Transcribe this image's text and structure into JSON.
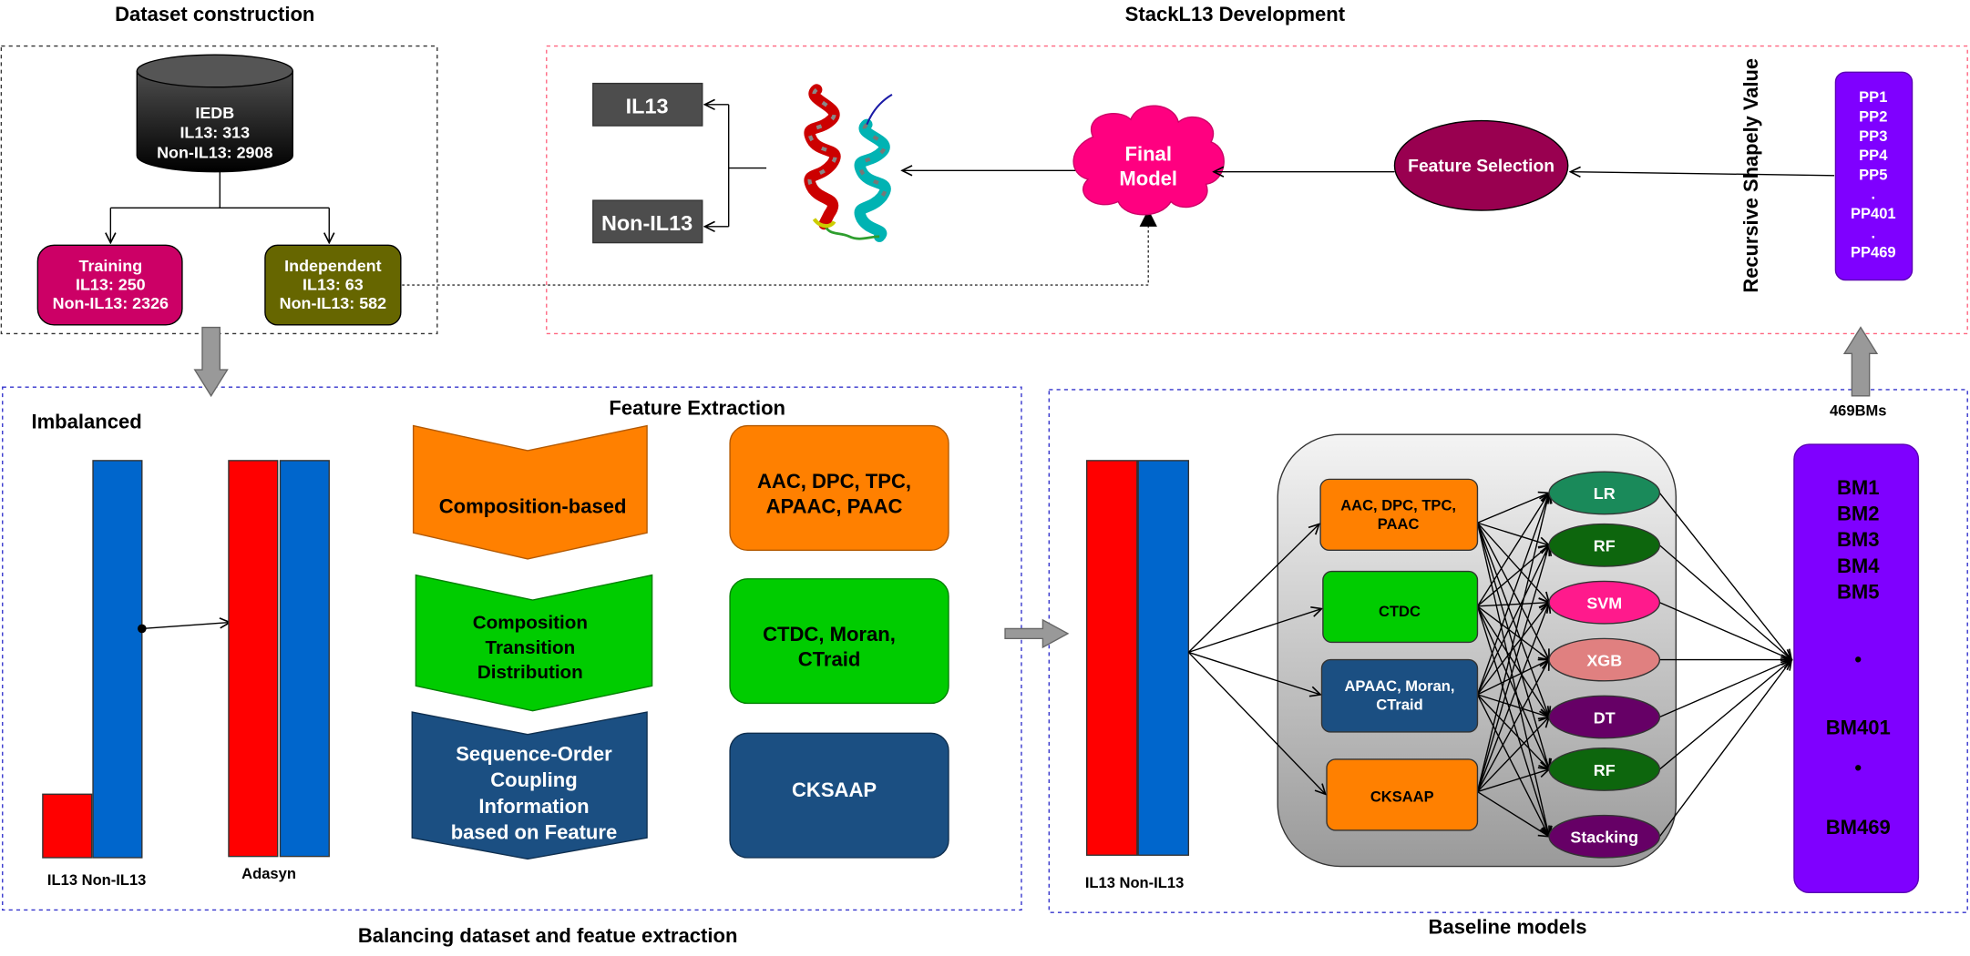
{
  "sections": {
    "dataset_construction": "Dataset construction",
    "development": "StackL13 Development",
    "balancing": "Balancing dataset and featue extraction",
    "baseline": "Baseline models"
  },
  "iedb": {
    "title": "IEDB",
    "il13": "IL13: 313",
    "non_il13": "Non-IL13: 2908"
  },
  "training": {
    "title": "Training",
    "il13": "IL13: 250",
    "non_il13": "Non-IL13: 2326"
  },
  "independent": {
    "title": "Independent",
    "il13": "IL13: 63",
    "non_il13": "Non-IL13: 582"
  },
  "outputs": {
    "il13": "IL13",
    "non_il13": "Non-IL13"
  },
  "final_model": [
    "Final",
    "Model"
  ],
  "feature_selection": "Feature Selection",
  "rsv_label": "Recursive Shapely Value",
  "pp_list": [
    "PP1",
    "PP2",
    "PP3",
    "PP4",
    "PP5",
    ".",
    "PP401",
    ".",
    "PP469"
  ],
  "bm_count_label": "469BMs",
  "balancing_panel": {
    "imbalanced": "Imbalanced",
    "axis_labels": "IL13 Non-IL13",
    "adasyn": "Adasyn",
    "feature_extraction": "Feature Extraction"
  },
  "feature_groups": [
    {
      "name": [
        "Composition-based"
      ],
      "features": [
        "AAC, DPC, TPC,",
        "APAAC, PAAC"
      ]
    },
    {
      "name": [
        "Composition",
        "Transition",
        "Distribution"
      ],
      "features": [
        "CTDC, Moran,",
        "CTraid"
      ]
    },
    {
      "name": [
        "Sequence-Order",
        "Coupling",
        "Information",
        "based on Feature"
      ],
      "features": [
        "CKSAAP"
      ]
    }
  ],
  "baseline_panel": {
    "axis_labels": "IL13 Non-IL13",
    "encodings": [
      [
        "AAC, DPC, TPC,",
        "PAAC"
      ],
      [
        "CTDC"
      ],
      [
        "APAAC, Moran,",
        "CTraid"
      ],
      [
        "CKSAAP"
      ]
    ],
    "classifiers": [
      "LR",
      "RF",
      "SVM",
      "XGB",
      "DT",
      "RF",
      "Stacking"
    ],
    "bm_list": [
      "BM1",
      "BM2",
      "BM3",
      "BM4",
      "BM5",
      "•",
      "BM401",
      "•",
      "BM469"
    ]
  },
  "colors": {
    "il13_bar": "#ff0000",
    "non_il13_bar": "#0066cc",
    "composition": "#ff8000",
    "ctd": "#00cc00",
    "soc": "#1b4f82",
    "purple_panel": "#7f00ff",
    "training": "#cc0066",
    "independent": "#666600",
    "final_model": "#ff0080",
    "feature_selection": "#990050"
  }
}
